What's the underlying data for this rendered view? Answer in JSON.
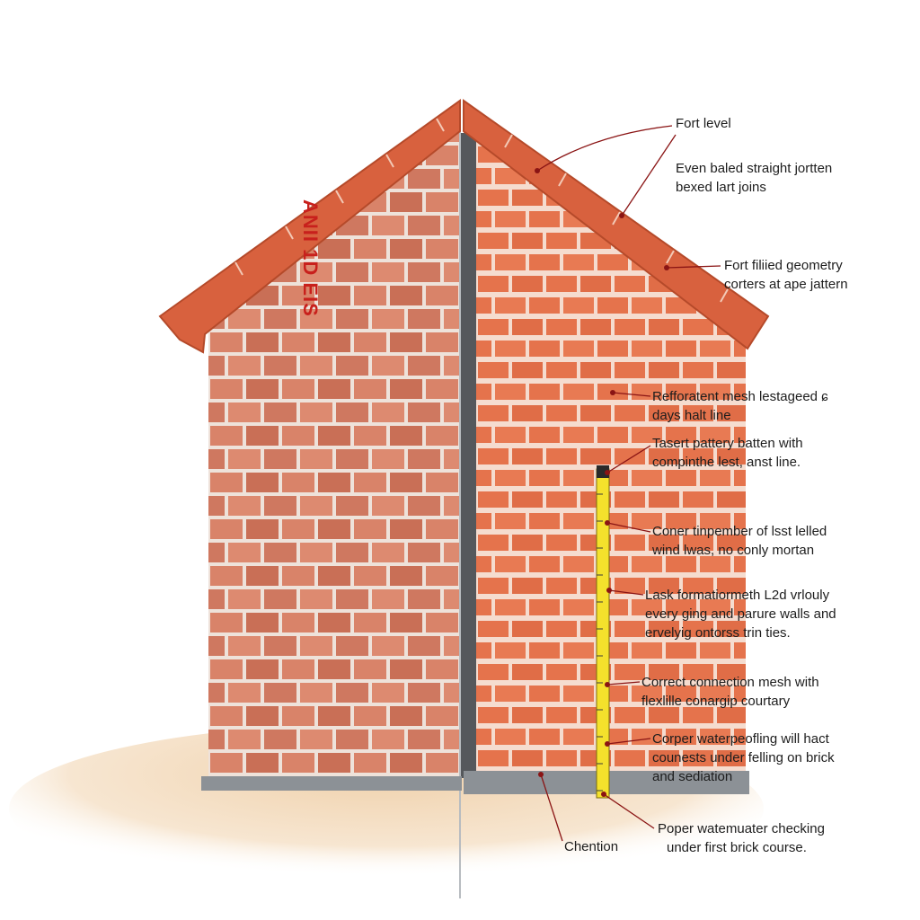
{
  "stamp_text": "ANII 1D EIS",
  "colors": {
    "roof": "#d8613e",
    "roof_edge": "#b54a2a",
    "brick_left": "#d98369",
    "brick_left_alt": "#c96f56",
    "brick_right": "#e5734c",
    "mortar_left": "#eee2da",
    "mortar_right": "#f5dccf",
    "joint_line": "#55585c",
    "foundation": "#8c9196",
    "sand": "#f3dcc0",
    "tape": "#f4e12c",
    "leader": "#8a1414",
    "stamp": "#c8201c"
  },
  "callouts": [
    {
      "id": "c1",
      "lines": [
        "Fort level"
      ]
    },
    {
      "id": "c2",
      "lines": [
        "Even baled straight jortten",
        "bexed lart joins"
      ]
    },
    {
      "id": "c3",
      "lines": [
        "Fort filiied geometry",
        "corters at ape jattern"
      ]
    },
    {
      "id": "c4",
      "lines": [
        "Refforatent mesh lestageed ɕ",
        "days halt line"
      ]
    },
    {
      "id": "c5",
      "lines": [
        "Tasert pattery batten with",
        "compinthe lest, anst line."
      ]
    },
    {
      "id": "c6",
      "lines": [
        "Coner tinpember of lsst lelled",
        "wind lwas, no conly mortan"
      ]
    },
    {
      "id": "c7",
      "lines": [
        "Lask formatiormeth L2d vrlouly",
        "every ging and parure walls and",
        "ervelyig ontorss trin ties."
      ]
    },
    {
      "id": "c8",
      "lines": [
        "Correct connection mesh with",
        "flexlille conargip courtary"
      ]
    },
    {
      "id": "c9",
      "lines": [
        "Corper waterpeofling will hact",
        "counests under felling on brick",
        "and sediation"
      ]
    },
    {
      "id": "c10",
      "lines": [
        "Chention"
      ]
    },
    {
      "id": "c11",
      "lines": [
        "Poper watemuater checking",
        "under first brick course."
      ]
    }
  ]
}
